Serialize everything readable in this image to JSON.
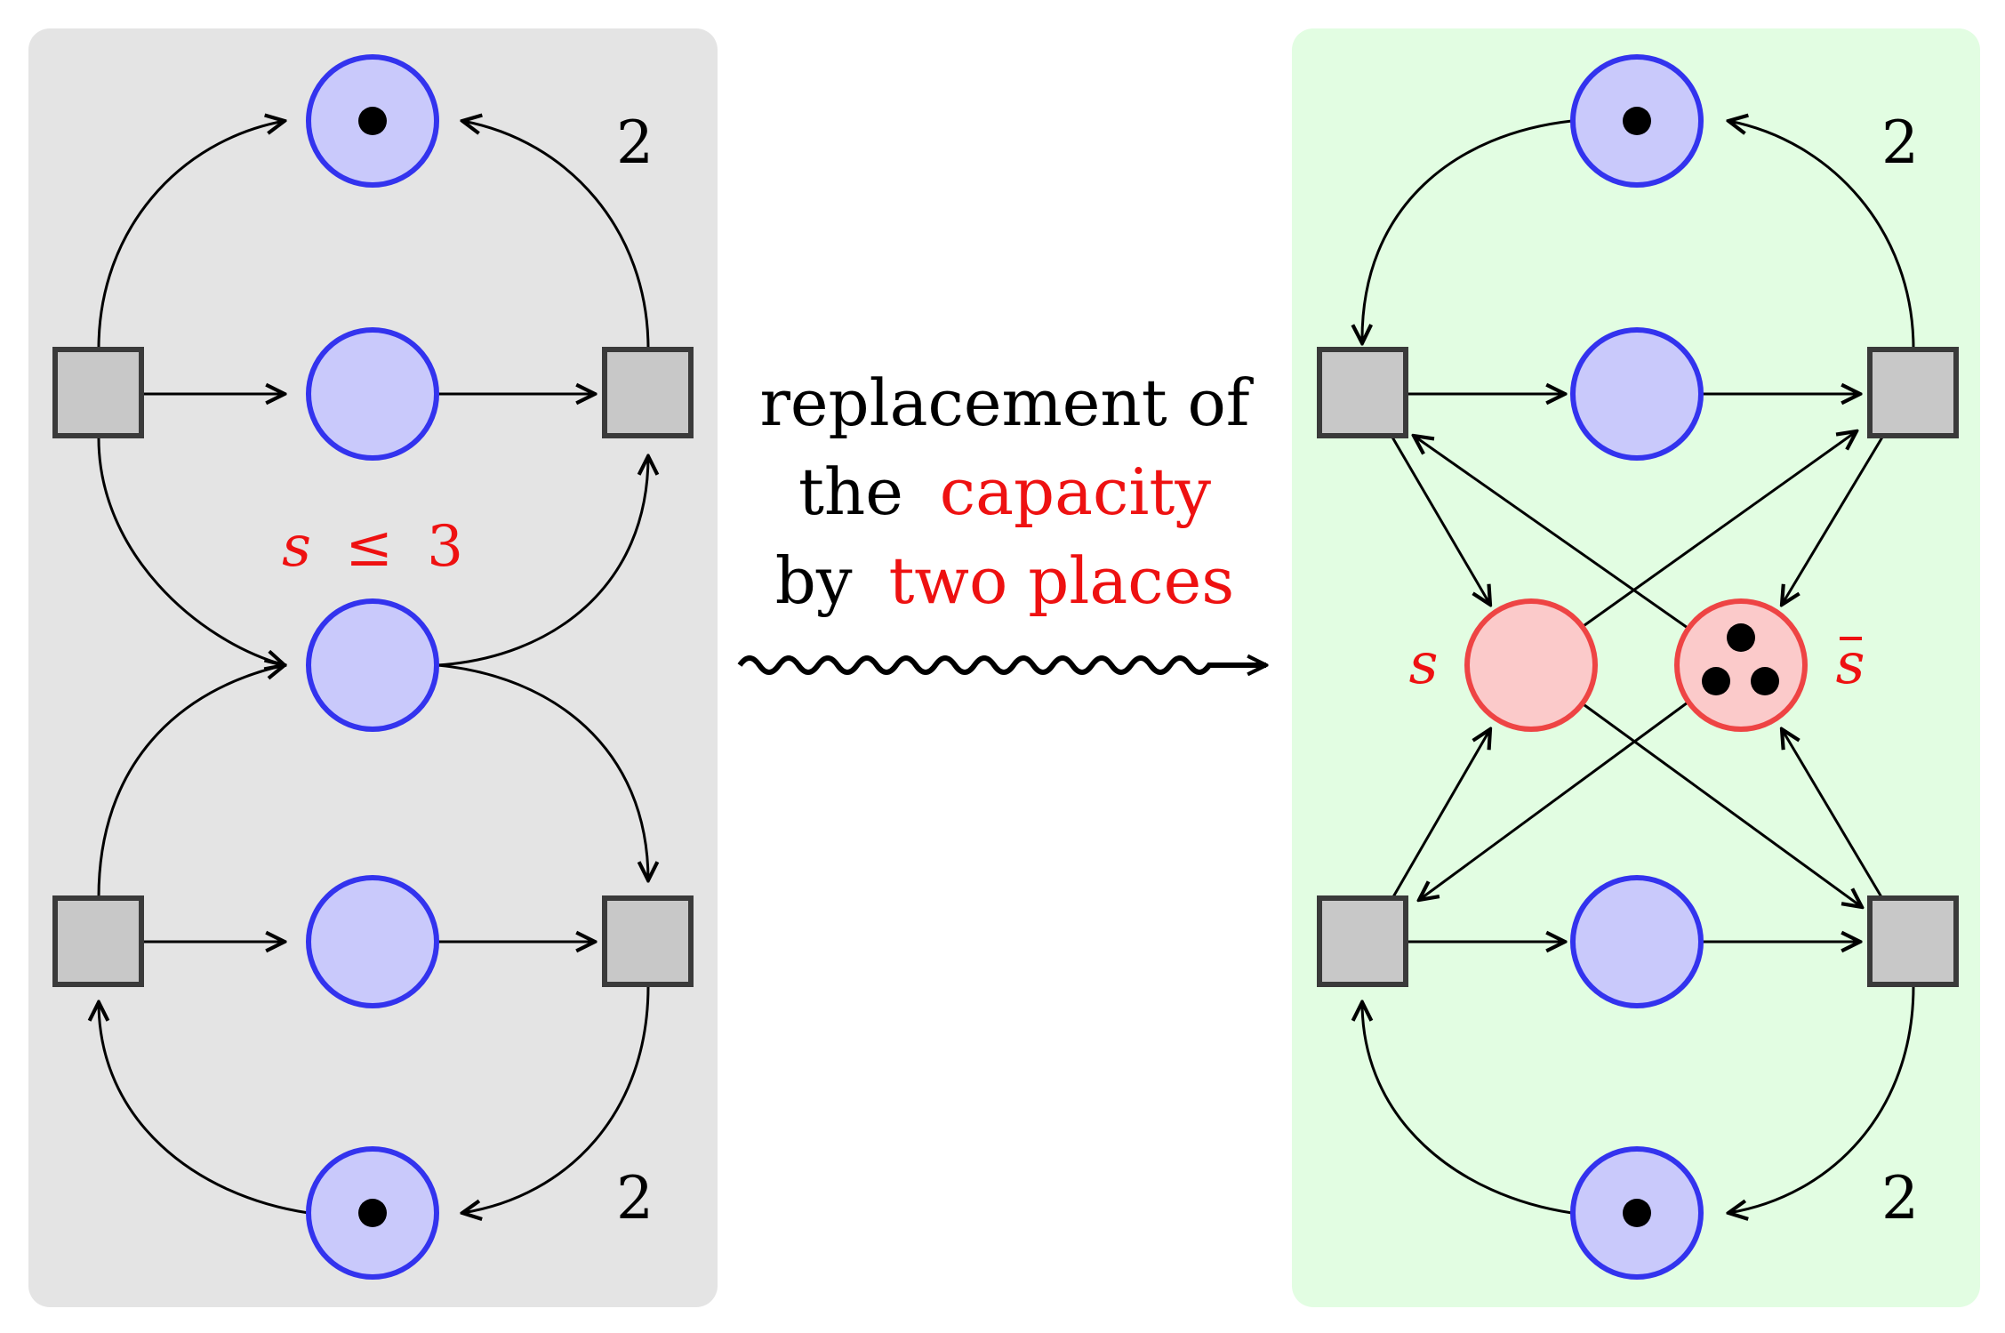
{
  "left_panel": {
    "weight_top": "2",
    "weight_bottom": "2",
    "capacity_var": "s",
    "capacity_op": "≤",
    "capacity_num": "3"
  },
  "middle": {
    "line1": "replacement of",
    "line2_black": "the",
    "line2_red": "capacity",
    "line3_black": "by",
    "line3_red": "two places"
  },
  "right_panel": {
    "weight_top": "2",
    "weight_bottom": "2",
    "place_s_label": "s",
    "place_sbar_label": "s",
    "place_sbar_tokens": 3
  },
  "colors": {
    "left_bg": "#e4e4e4",
    "right_bg": "#e2fde2",
    "place_fill": "#c9c9fb",
    "place_stroke": "#3333ee",
    "red_fill": "#fbcaca",
    "red_stroke": "#ee4444",
    "transition_fill": "#c8c8c8",
    "transition_stroke": "#3a3a3a",
    "accent_red": "#ee1111"
  }
}
